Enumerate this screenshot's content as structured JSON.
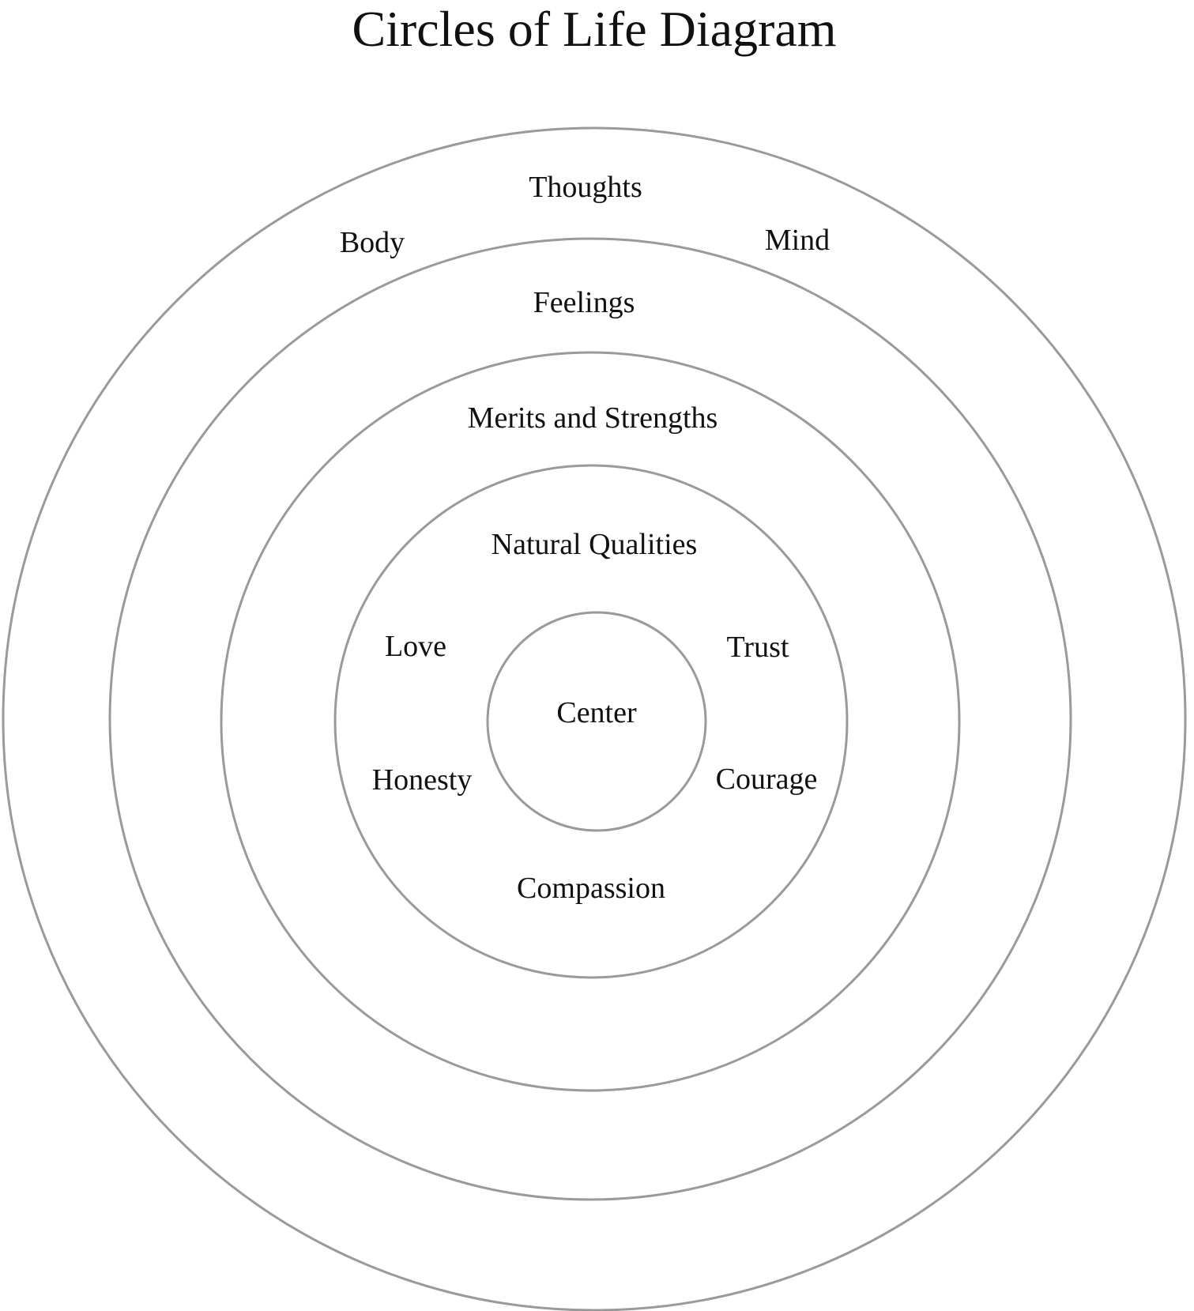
{
  "title": "Circles of Life Diagram",
  "stroke_color": "#9a9a9a",
  "text_color": "#111111",
  "rings": [
    "outer-ring",
    "ring-2",
    "ring-3",
    "ring-4",
    "center-ring"
  ],
  "labels": {
    "thoughts": "Thoughts",
    "body": "Body",
    "mind": "Mind",
    "feelings": "Feelings",
    "merits": "Merits and Strengths",
    "natural_qualities": "Natural Qualities",
    "love": "Love",
    "trust": "Trust",
    "center": "Center",
    "honesty": "Honesty",
    "courage": "Courage",
    "compassion": "Compassion"
  }
}
